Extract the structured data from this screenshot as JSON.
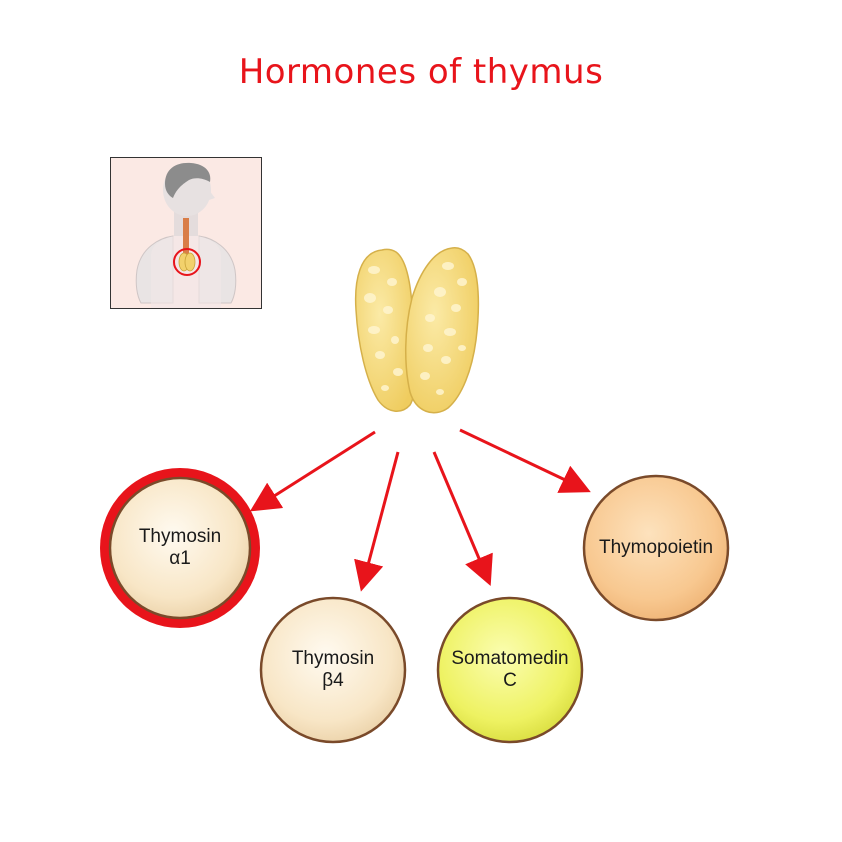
{
  "title": "Hormones of thymus",
  "colors": {
    "title": "#e8141b",
    "arrow": "#e8141b",
    "highlight_ring": "#e8141b",
    "node_outline": "#7a4a2a",
    "thymus_fill": "#f4d778"
  },
  "icons": {
    "inset": "human-torso-with-thymus-icon",
    "organ": "thymus-gland-icon"
  },
  "hormones": [
    {
      "line1": "Thymosin",
      "line2": "α1",
      "fill": "#f8e2bf",
      "highlighted": true
    },
    {
      "line1": "Thymosin",
      "line2": "β4",
      "fill": "#f8e2bf",
      "highlighted": false
    },
    {
      "line1": "Somatomedin",
      "line2": "C",
      "fill": "#eaef55",
      "highlighted": false
    },
    {
      "line1": "Thymopoietin",
      "line2": "",
      "fill": "#f6c48c",
      "highlighted": false
    }
  ]
}
